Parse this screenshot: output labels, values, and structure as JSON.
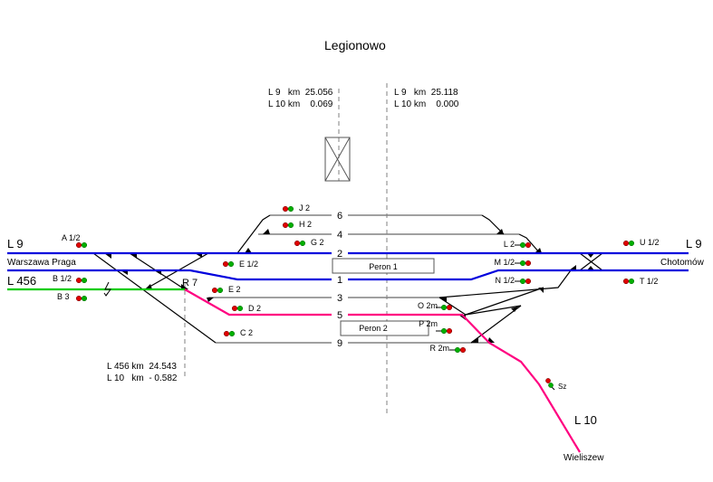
{
  "station": {
    "title": "Legionowo"
  },
  "km_markers": {
    "left_top": {
      "line1": "L 9   km  25.056",
      "line2": "L 10 km    0.069"
    },
    "right_top": {
      "line1": "L 9   km  25.118",
      "line2": "L 10 km    0.000"
    },
    "bottom_left": {
      "line1": "L 456 km  24.543",
      "line2": "L 10   km  - 0.582"
    }
  },
  "lines": {
    "l9_left": "L 9",
    "l9_right": "L 9",
    "l456": "L 456",
    "l10": "L 10",
    "dest_left": "Warszawa Praga",
    "dest_right": "Chotomów",
    "dest_bottom": "Wieliszew",
    "colors": {
      "l9": "#0000dd",
      "l456": "#00cc00",
      "l10": "#ff0080",
      "station_track": "#808080"
    }
  },
  "tracks": [
    "6",
    "4",
    "2",
    "1",
    "3",
    "5",
    "9"
  ],
  "platforms": [
    "Peron 1",
    "Peron 2"
  ],
  "switch_label": "R 7",
  "signals": {
    "A": "A 1/2",
    "B12": "B 1/2",
    "B3": "B 3",
    "E12": "E 1/2",
    "E2": "E 2",
    "D": "D 2",
    "C": "C 2",
    "J": "J 2",
    "H": "H 2",
    "G": "G 2",
    "L": "L 2",
    "M": "M 1/2",
    "N": "N 1/2",
    "U": "U 1/2",
    "T": "T 1/2",
    "O": "O 2m",
    "P": "P 2m",
    "R": "R 2m",
    "Sz": "Sz"
  }
}
